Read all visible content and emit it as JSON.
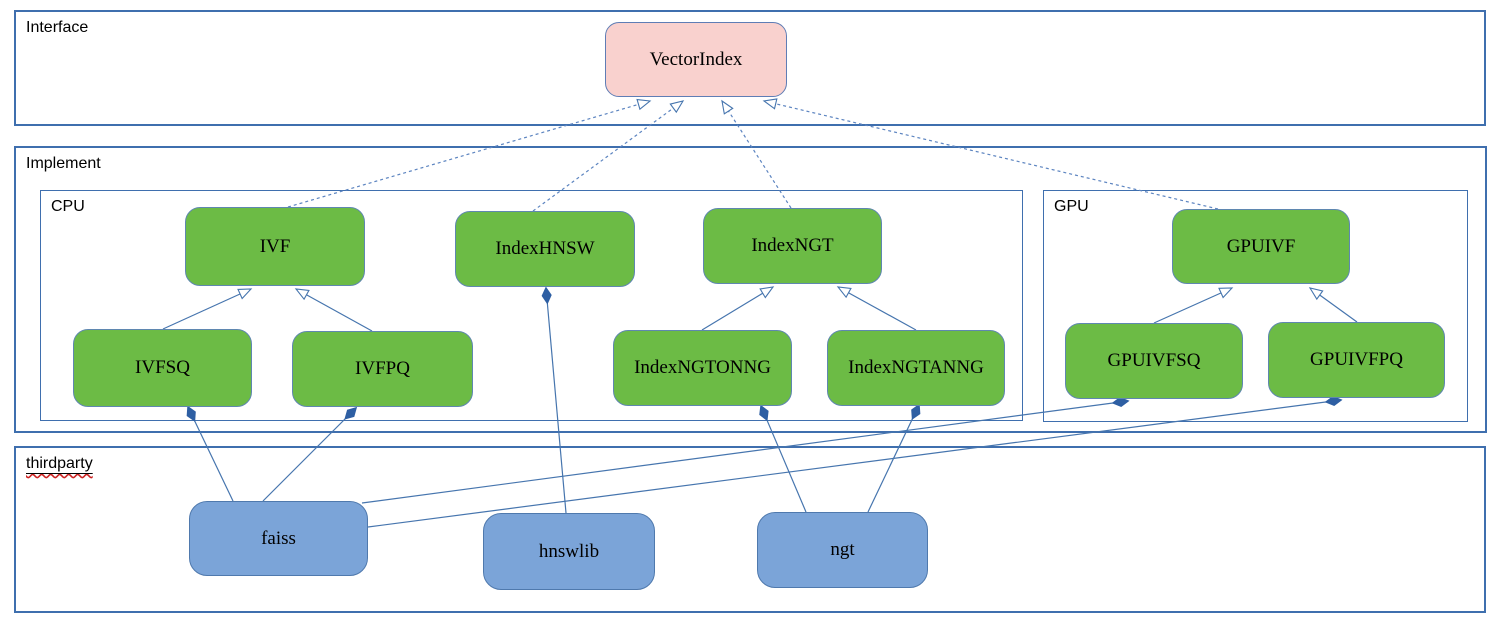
{
  "diagram": {
    "containers": {
      "interface": {
        "label": "Interface"
      },
      "implement": {
        "label": "Implement"
      },
      "cpu": {
        "label": "CPU"
      },
      "gpu": {
        "label": "GPU"
      },
      "thirdparty": {
        "label": "thirdparty"
      }
    },
    "nodes": {
      "vectorindex": {
        "label": "VectorIndex",
        "kind": "interface"
      },
      "ivf": {
        "label": "IVF",
        "kind": "class"
      },
      "indexhnsw": {
        "label": "IndexHNSW",
        "kind": "class"
      },
      "indexngt": {
        "label": "IndexNGT",
        "kind": "class"
      },
      "gpuivf": {
        "label": "GPUIVF",
        "kind": "class"
      },
      "ivfsq": {
        "label": "IVFSQ",
        "kind": "class"
      },
      "ivfpq": {
        "label": "IVFPQ",
        "kind": "class"
      },
      "indexngtonng": {
        "label": "IndexNGTONNG",
        "kind": "class"
      },
      "indexngtanng": {
        "label": "IndexNGTANNG",
        "kind": "class"
      },
      "gpuivfsq": {
        "label": "GPUIVFSQ",
        "kind": "class"
      },
      "gpuivfpq": {
        "label": "GPUIVFPQ",
        "kind": "class"
      },
      "faiss": {
        "label": "faiss",
        "kind": "thirdparty-lib"
      },
      "hnswlib": {
        "label": "hnswlib",
        "kind": "thirdparty-lib"
      },
      "ngt": {
        "label": "ngt",
        "kind": "thirdparty-lib"
      }
    },
    "relations": [
      {
        "from": "ivf",
        "to": "vectorindex",
        "type": "realization-dashed-hollow-arrow"
      },
      {
        "from": "indexhnsw",
        "to": "vectorindex",
        "type": "realization-dashed-hollow-arrow"
      },
      {
        "from": "indexngt",
        "to": "vectorindex",
        "type": "realization-dashed-hollow-arrow"
      },
      {
        "from": "gpuivf",
        "to": "vectorindex",
        "type": "realization-dashed-hollow-arrow"
      },
      {
        "from": "ivfsq",
        "to": "ivf",
        "type": "generalization-hollow-arrow"
      },
      {
        "from": "ivfpq",
        "to": "ivf",
        "type": "generalization-hollow-arrow"
      },
      {
        "from": "indexngtonng",
        "to": "indexngt",
        "type": "generalization-hollow-arrow"
      },
      {
        "from": "indexngtanng",
        "to": "indexngt",
        "type": "generalization-hollow-arrow"
      },
      {
        "from": "gpuivfsq",
        "to": "gpuivf",
        "type": "generalization-hollow-arrow"
      },
      {
        "from": "gpuivfpq",
        "to": "gpuivf",
        "type": "generalization-hollow-arrow"
      },
      {
        "from": "indexhnsw",
        "to": "hnswlib",
        "type": "composition-filled-diamond"
      },
      {
        "from": "ivfsq",
        "to": "faiss",
        "type": "composition-filled-diamond"
      },
      {
        "from": "ivfpq",
        "to": "faiss",
        "type": "composition-filled-diamond"
      },
      {
        "from": "indexngtonng",
        "to": "ngt",
        "type": "composition-filled-diamond"
      },
      {
        "from": "indexngtanng",
        "to": "ngt",
        "type": "composition-filled-diamond"
      },
      {
        "from": "gpuivfsq",
        "to": "faiss",
        "type": "composition-filled-diamond"
      },
      {
        "from": "gpuivfpq",
        "to": "faiss",
        "type": "composition-filled-diamond"
      }
    ],
    "colors": {
      "interface_node_fill": "#f9d1ce",
      "class_node_fill": "#6cbb45",
      "thirdparty_node_fill": "#7ba4d8",
      "container_border": "#3f6fae",
      "connector": "#4675ae",
      "diamond_fill": "#2e5fa3",
      "spellcheck_underline": "#cc2222"
    }
  }
}
